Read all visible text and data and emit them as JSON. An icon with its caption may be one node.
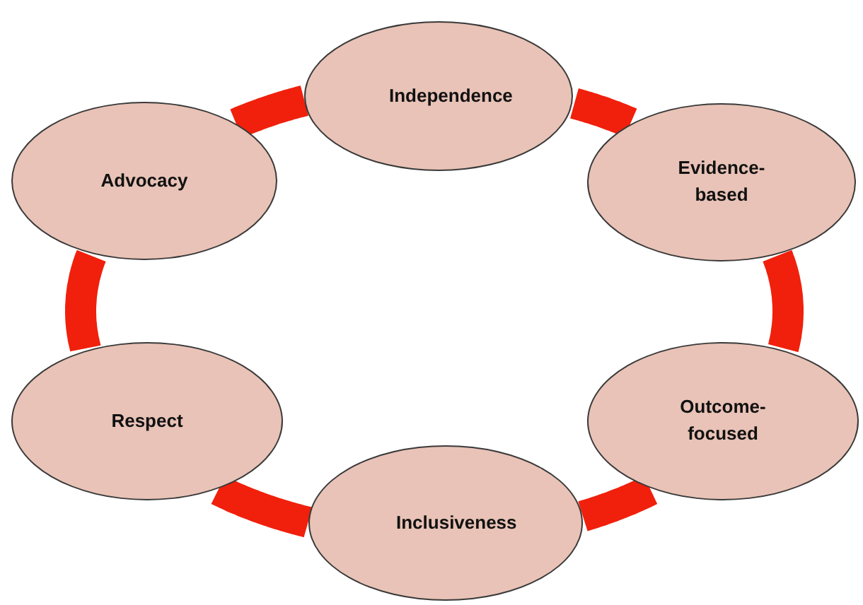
{
  "diagram": {
    "nodes": [
      {
        "text": [
          "Independence"
        ]
      },
      {
        "text": [
          "Evidence-based"
        ]
      },
      {
        "text": [
          "Outcome-focused"
        ]
      },
      {
        "text": [
          "Inclusiveness"
        ]
      },
      {
        "text": [
          "Respect"
        ]
      },
      {
        "text": [
          "Advocacy"
        ]
      }
    ],
    "edges": [
      {
        "from": 0,
        "to": 1,
        "arrow": "none"
      },
      {
        "from": 1,
        "to": 2,
        "arrow": "none"
      },
      {
        "from": 2,
        "to": 3,
        "arrow": "none"
      },
      {
        "from": 3,
        "to": 4,
        "arrow": "none"
      },
      {
        "from": 4,
        "to": 5,
        "arrow": "none"
      },
      {
        "from": 5,
        "to": 0,
        "arrow": "none"
      }
    ]
  }
}
